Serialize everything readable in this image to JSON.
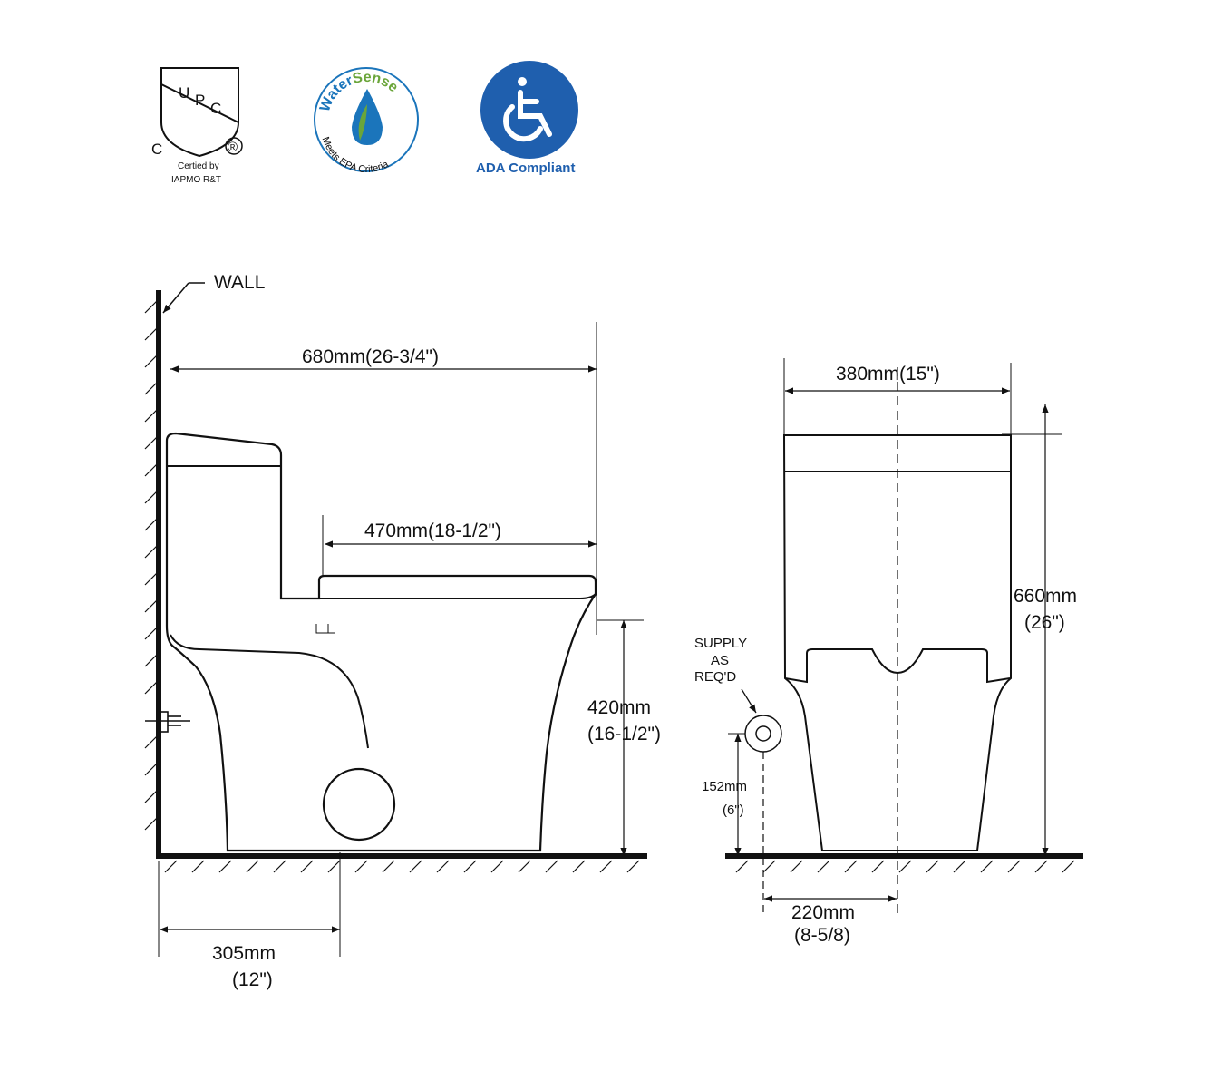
{
  "certifications": {
    "upc": {
      "letter_c": "C",
      "letter_u": "U",
      "letter_p": "P",
      "letter_c2": "C",
      "registered": "®",
      "line1": "Certied by",
      "line2": "IAPMO  R&T"
    },
    "watersense": {
      "brand_water": "Water",
      "brand_sense": "Sense",
      "tagline": "Meets EPA Criteria",
      "colors": {
        "water": "#1b75bb",
        "sense": "#6aa53a"
      }
    },
    "ada": {
      "label": "ADA Compliant",
      "icon": "wheelchair-icon",
      "color": "#1f5fae"
    }
  },
  "side_view": {
    "wall_label": "WALL",
    "overall_length": "680mm(26-3/4\")",
    "seat_depth": "470mm(18-1/2\")",
    "seat_height_mm": "420mm",
    "seat_height_in": "(16-1/2\")",
    "rough_in_mm": "305mm",
    "rough_in_in": "(12\")"
  },
  "front_view": {
    "overall_width": "380mm(15\")",
    "overall_height_mm": "660mm",
    "overall_height_in": "(26\")",
    "supply_line1": "SUPPLY",
    "supply_line2": "AS",
    "supply_line3": "REQ'D",
    "supply_height_mm": "152mm",
    "supply_height_in": "(6\")",
    "supply_offset_mm": "220mm",
    "supply_offset_in": "(8-5/8)"
  }
}
